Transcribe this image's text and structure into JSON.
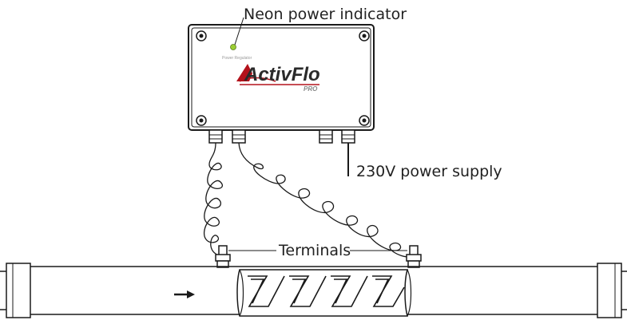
{
  "labels": {
    "neon_indicator": "Neon power indicator",
    "power_supply": "230V power supply",
    "terminals": "Terminals"
  },
  "box": {
    "caption": "Power Regulator",
    "brand_a": "ActivFlo",
    "brand_sub": "PRO"
  },
  "colors": {
    "line": "#1a1a1a",
    "brand_red": "#b3121b",
    "indicator": "#9acd32"
  },
  "icons": [
    "arrow-right-icon",
    "screw-icon",
    "terminal-icon",
    "coiled-cable-icon",
    "cable-gland-icon"
  ]
}
